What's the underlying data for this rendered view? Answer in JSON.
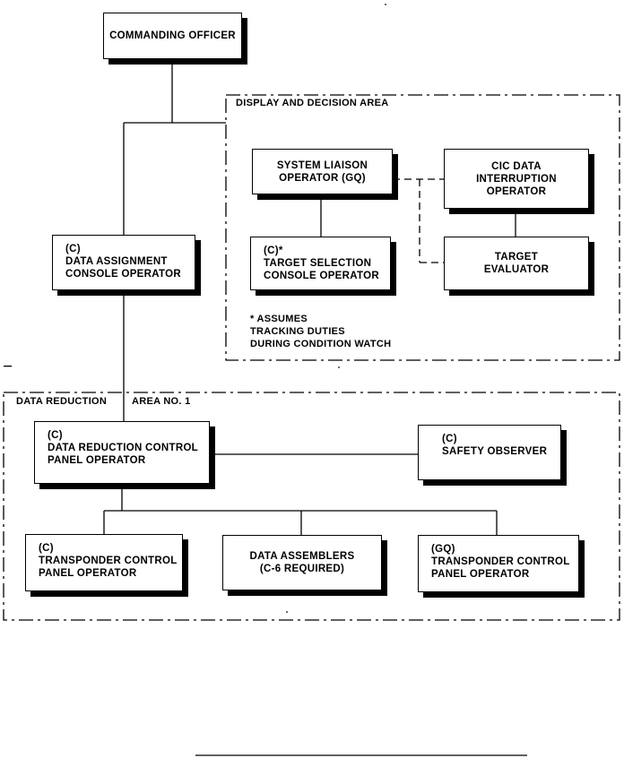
{
  "areas": {
    "display_decision": "DISPLAY AND DECISION AREA",
    "data_reduction": "DATA REDUCTION",
    "area_no": "AREA NO. 1"
  },
  "boxes": {
    "commanding_officer": "COMMANDING OFFICER",
    "data_assignment": "(C)\nDATA ASSIGNMENT\nCONSOLE OPERATOR",
    "system_liaison": "SYSTEM LIAISON\nOPERATOR (GQ)",
    "cic_data": "CIC DATA\nINTERRUPTION\nOPERATOR",
    "target_selection": "(C)*\nTARGET SELECTION\nCONSOLE OPERATOR",
    "target_evaluator": "TARGET\nEVALUATOR",
    "data_reduction_control": "(C)\nDATA REDUCTION CONTROL\nPANEL OPERATOR",
    "safety_observer": "(C)\nSAFETY OBSERVER",
    "transponder_c": "(C)\nTRANSPONDER CONTROL\nPANEL OPERATOR",
    "data_assemblers": "DATA ASSEMBLERS\n(C-6 REQUIRED)",
    "transponder_gq": "(GQ)\nTRANSPONDER CONTROL\nPANEL OPERATOR"
  },
  "footnote": "* ASSUMES\nTRACKING DUTIES\nDURING CONDITION WATCH"
}
